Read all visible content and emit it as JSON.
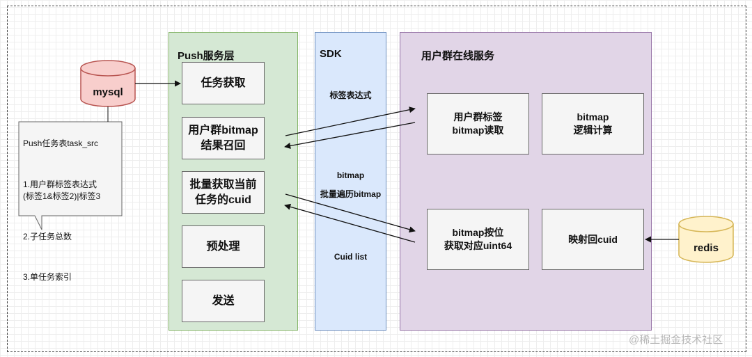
{
  "push_layer": {
    "title": "Push服务层",
    "boxes": [
      "任务获取",
      "用户群bitmap\n结果召回",
      "批量获取当前\n任务的cuid",
      "预处理",
      "发送"
    ]
  },
  "sdk": {
    "title": "SDK",
    "labels": [
      "标签表达式",
      "bitmap",
      "批量遍历bitmap",
      "Cuid list"
    ]
  },
  "online": {
    "title": "用户群在线服务",
    "boxes": [
      "用户群标签\nbitmap读取",
      "bitmap\n逻辑计算",
      "bitmap按位\n获取对应uint64",
      "映射回cuid"
    ]
  },
  "mysql": {
    "label": "mysql"
  },
  "redis": {
    "label": "redis"
  },
  "note": {
    "lines": [
      "Push任务表task_src",
      "",
      "1.用户群标签表达式\n(标签1&标签2)|标签3",
      "",
      "2.子任务总数",
      "",
      "3.单任务索引"
    ]
  },
  "colors": {
    "push_fill": "#d5e8d4",
    "push_stroke": "#82b366",
    "sdk_fill": "#dae8fc",
    "sdk_stroke": "#6c8ebf",
    "online_fill": "#e1d5e7",
    "online_stroke": "#9673a6",
    "mysql_fill": "#f8cecc",
    "mysql_stroke": "#b85450",
    "redis_fill": "#fff2cc",
    "redis_stroke": "#d6b656"
  },
  "watermark": "@稀土掘金技术社区"
}
